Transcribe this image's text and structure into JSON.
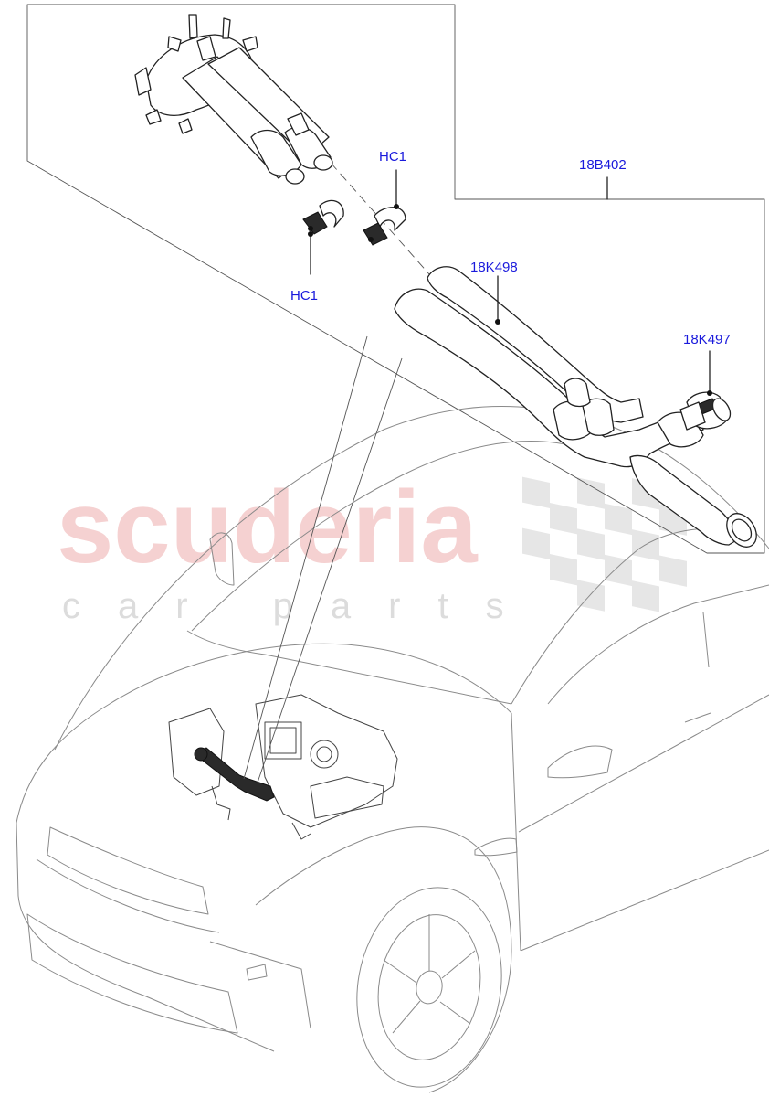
{
  "watermark": {
    "brand": "scuderia",
    "tagline": "car parts"
  },
  "callouts": [
    {
      "id": "hc1-top",
      "label": "HC1"
    },
    {
      "id": "hc1-left",
      "label": "HC1"
    },
    {
      "id": "18b402",
      "label": "18B402"
    },
    {
      "id": "18k498",
      "label": "18K498"
    },
    {
      "id": "18k497",
      "label": "18K497"
    }
  ],
  "colors": {
    "callout_text": "#1a1adc",
    "watermark_red": "#f2c2c2",
    "watermark_grey": "#dcdcdc",
    "line": "#222222"
  }
}
